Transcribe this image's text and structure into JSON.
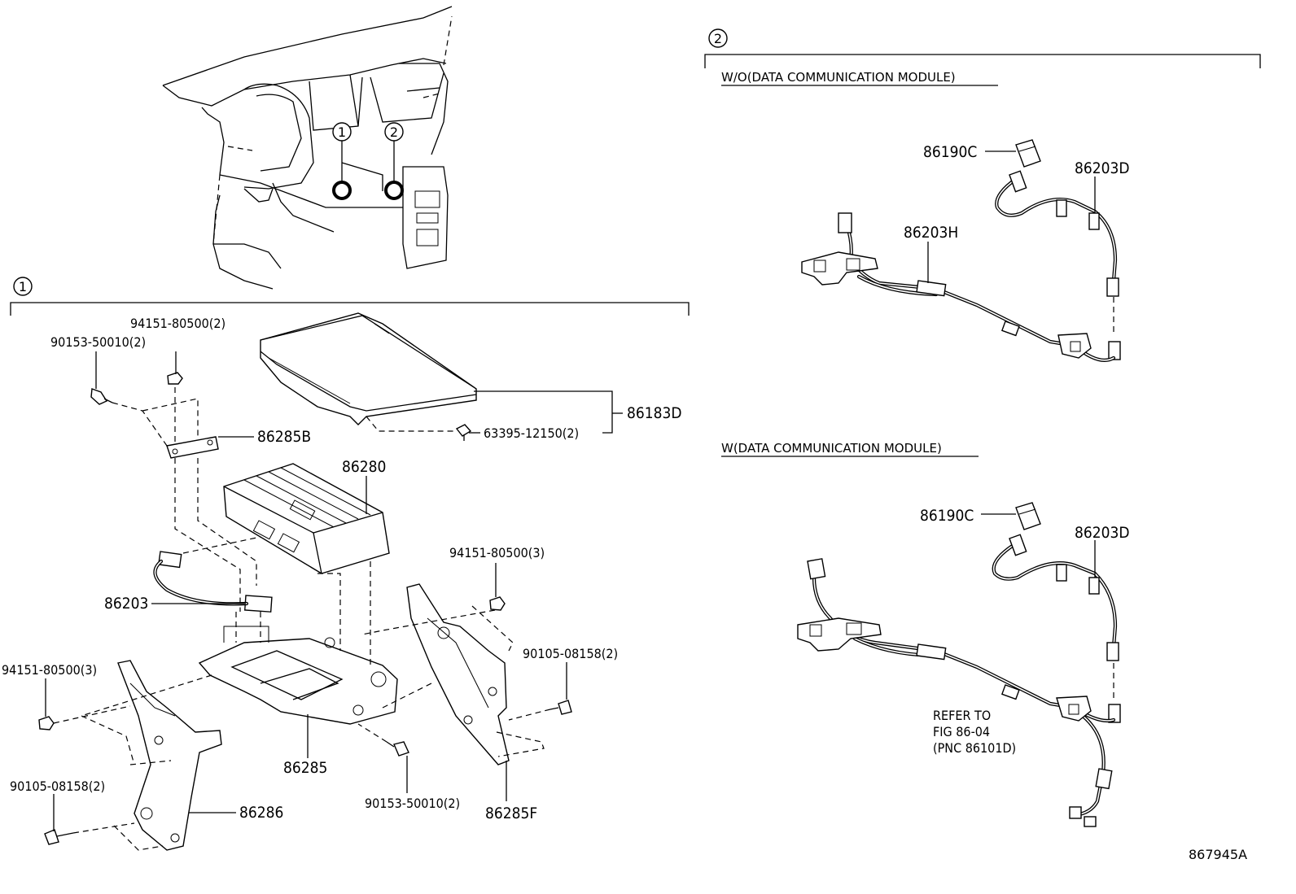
{
  "sections": {
    "one": {
      "marker": "1"
    },
    "two": {
      "marker": "2",
      "variant_without": "W/O(DATA COMMUNICATION MODULE)",
      "variant_with": "W(DATA COMMUNICATION MODULE)"
    }
  },
  "overview_markers": [
    "1",
    "2"
  ],
  "section1_labels": {
    "p94151_top": "94151-80500(2)",
    "p90153_top": "90153-50010(2)",
    "p86183D": "86183D",
    "p63395": "63395-12150(2)",
    "p86285B": "86285B",
    "p86280": "86280",
    "p94151_right": "94151-80500(3)",
    "p86203": "86203",
    "p90105_right": "90105-08158(2)",
    "p94151_left": "94151-80500(3)",
    "p86285": "86285",
    "p90105_left": "90105-08158(2)",
    "p86286": "86286",
    "p90153_bottom": "90153-50010(2)",
    "p86285F": "86285F"
  },
  "section2_labels": {
    "wo_86190C": "86190C",
    "wo_86203D": "86203D",
    "wo_86203H": "86203H",
    "w_86190C": "86190C",
    "w_86203D": "86203D",
    "refer_line1": "REFER TO",
    "refer_line2": "FIG 86-04",
    "refer_line3": "(PNC 86101D)"
  },
  "illustration_id": "867945A"
}
